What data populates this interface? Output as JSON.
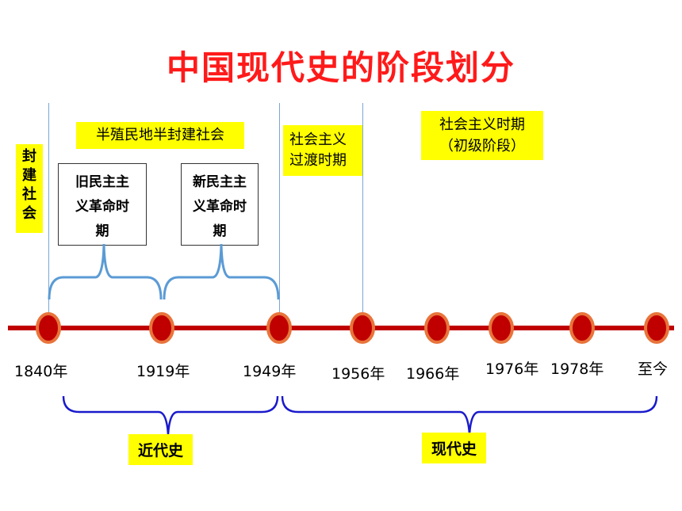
{
  "title": "中国现代史的阶段划分",
  "labels": {
    "feudal": "封建社会",
    "semi": "半殖民地半封建社会",
    "old_democratic": "旧民主主义革命时期",
    "new_democratic": "新民主主义革命时期",
    "transition": "社会主义过渡时期",
    "socialism": "社会主义时期（初级阶段）",
    "modern_near": "近代史",
    "modern": "现代史"
  },
  "timeline": {
    "years": [
      "1840年",
      "1919年",
      "1949年",
      "1956年",
      "1966年",
      "1976年",
      "1978年",
      "至今"
    ],
    "colors": {
      "line": "#c00000",
      "node_fill": "#c00000",
      "node_ring": "#e8743b",
      "blue_brace": "#1a1acc",
      "light_brace": "#5b9bd5"
    }
  }
}
